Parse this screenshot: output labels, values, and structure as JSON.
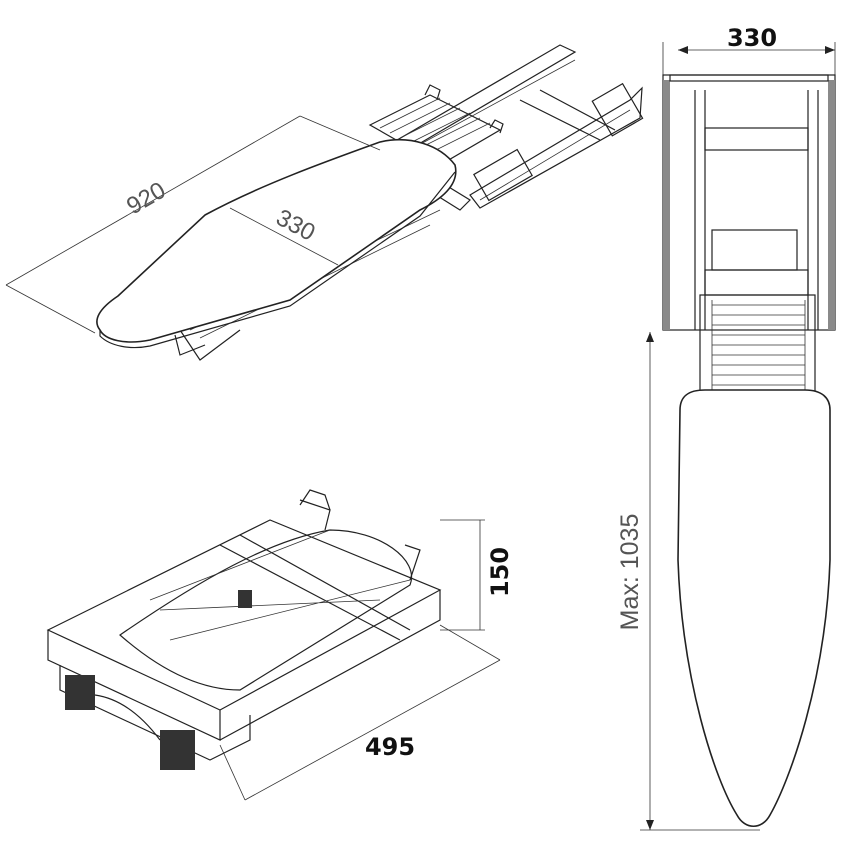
{
  "views": {
    "perspective_extended": {
      "length_label": "920",
      "width_label": "330"
    },
    "top_view": {
      "width_label": "330",
      "max_length_label": "Max: 1035"
    },
    "folded_unit": {
      "height_label": "150",
      "depth_label": "495"
    }
  },
  "colors": {
    "line": "#222222",
    "cabinet_side": "#8a8a8a",
    "dim_text_light": "#555555",
    "dim_text_bold": "#111111"
  }
}
